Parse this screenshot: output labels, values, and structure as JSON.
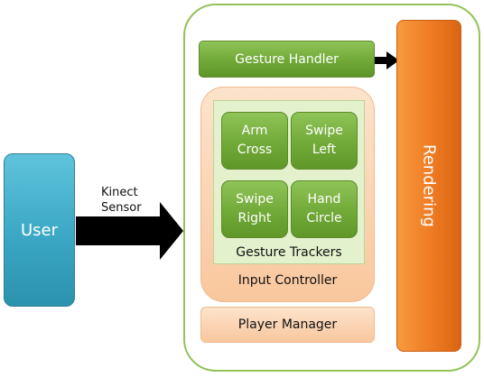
{
  "user": {
    "label": "User"
  },
  "sensor": {
    "label_line1": "Kinect",
    "label_line2": "Sensor"
  },
  "gesture_handler": {
    "label": "Gesture Handler"
  },
  "rendering": {
    "label": "Rendering"
  },
  "input_controller": {
    "label": "Input Controller"
  },
  "gesture_trackers": {
    "label": "Gesture Trackers",
    "items": [
      {
        "line1": "Arm",
        "line2": "Cross"
      },
      {
        "line1": "Swipe",
        "line2": "Left"
      },
      {
        "line1": "Swipe",
        "line2": "Right"
      },
      {
        "line1": "Hand",
        "line2": "Circle"
      }
    ]
  },
  "player_manager": {
    "label": "Player Manager"
  },
  "colors": {
    "user": "#3aa7c4",
    "rendering": "#ee7a22",
    "green_component": "#73ab3a",
    "peach_container": "#f9c79d",
    "outer_border": "#93c25a"
  }
}
